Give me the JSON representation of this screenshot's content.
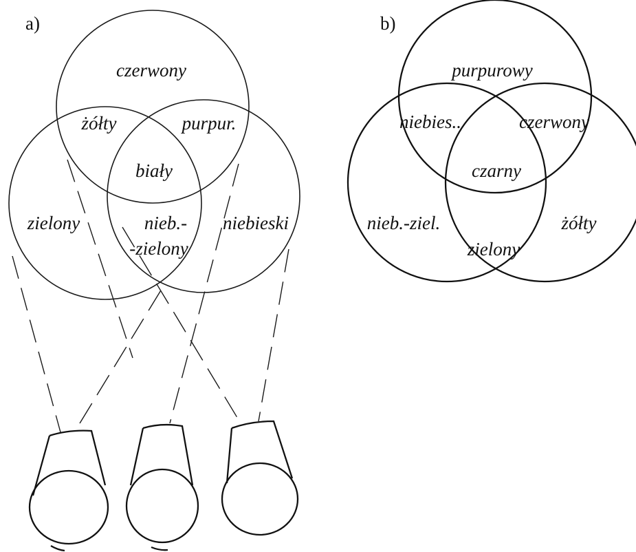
{
  "panel_a": {
    "label": "a)",
    "regions": {
      "red": "czerwony",
      "yellow": "żółty",
      "magenta": "purpur.",
      "white": "biały",
      "green": "zielony",
      "cyan_line1": "nieb.-",
      "cyan_line2": "-zielony",
      "blue": "niebieski"
    }
  },
  "panel_b": {
    "label": "b)",
    "regions": {
      "magenta": "purpurowy",
      "blue": "niebies..",
      "red": "czerwony",
      "black": "czarny",
      "cyan": "nieb.-ziel.",
      "yellow": "żółty",
      "green": "zielony"
    }
  }
}
